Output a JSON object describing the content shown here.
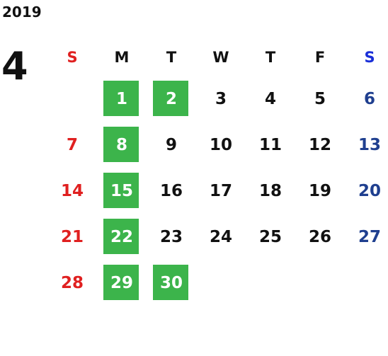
{
  "year": "2019",
  "month": "4",
  "colors": {
    "sunday": "#e02020",
    "saturday_header": "#1a2fd8",
    "saturday": "#1f3f8f",
    "highlight": "#3cb44b",
    "text": "#111111"
  },
  "weekdays": [
    "S",
    "M",
    "T",
    "W",
    "T",
    "F",
    "S"
  ],
  "weeks": [
    [
      "",
      "1",
      "2",
      "3",
      "4",
      "5",
      "6"
    ],
    [
      "7",
      "8",
      "9",
      "10",
      "11",
      "12",
      "13"
    ],
    [
      "14",
      "15",
      "16",
      "17",
      "18",
      "19",
      "20"
    ],
    [
      "21",
      "22",
      "23",
      "24",
      "25",
      "26",
      "27"
    ],
    [
      "28",
      "29",
      "30",
      "",
      "",
      "",
      ""
    ]
  ],
  "highlighted_days": [
    "1",
    "2",
    "8",
    "15",
    "22",
    "29",
    "30"
  ]
}
